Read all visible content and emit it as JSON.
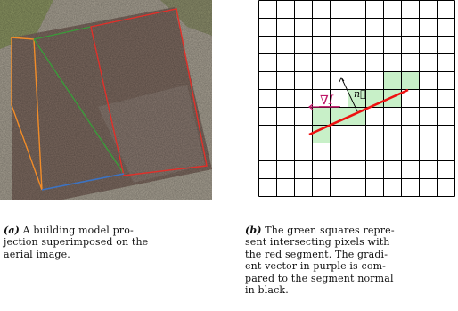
{
  "figure": {
    "panel_a": {
      "caption_label": "(a)",
      "caption_lines": [
        "A building model pro-",
        "jection superimposed on the",
        "aerial image."
      ],
      "colors": {
        "roof": "#7d6a60",
        "ground": "#a9a294",
        "vegetation": "#8b9562",
        "orange_edge": "#f28c28",
        "green_edge": "#3a9a3a",
        "red_edge": "#e0302a",
        "blue_edge": "#3b73c4"
      }
    },
    "panel_b": {
      "caption_label": "(b)",
      "caption_lines": [
        "The green squares repre-",
        "sent intersecting pixels with",
        "the red segment. The gradi-",
        "ent vector in purple is com-",
        "pared to the segment normal",
        "in black."
      ],
      "gradient_label": "∇I",
      "normal_label": "n⃗",
      "grid": {
        "rows": 11,
        "cols": 11
      },
      "highlighted_cells": [
        [
          4,
          7
        ],
        [
          4,
          8
        ],
        [
          5,
          5
        ],
        [
          5,
          6
        ],
        [
          5,
          7
        ],
        [
          6,
          3
        ],
        [
          6,
          4
        ],
        [
          6,
          5
        ],
        [
          7,
          3
        ]
      ],
      "colors": {
        "grid_line": "#000000",
        "cell_fill": "#c8f0c8",
        "segment": "#ee1111",
        "gradient_arrow": "#c0186a",
        "normal_arrow": "#000000"
      }
    }
  }
}
